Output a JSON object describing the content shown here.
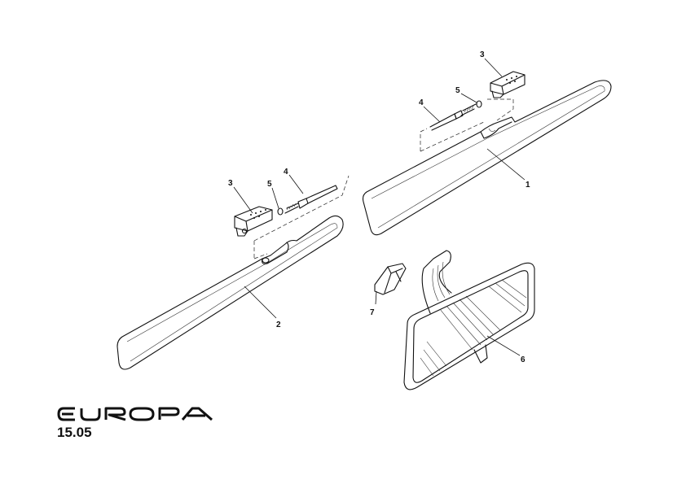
{
  "logo": {
    "text": "EUROPA"
  },
  "page_number": "15.05",
  "callouts": {
    "sun_visor_right": "1",
    "sun_visor_left": "2",
    "hinge_left": "3",
    "hinge_right": "3",
    "pivot_rod_left": "4",
    "pivot_rod_right": "4",
    "washer_left": "5",
    "washer_right": "5",
    "mirror": "6",
    "mirror_clip": "7"
  }
}
